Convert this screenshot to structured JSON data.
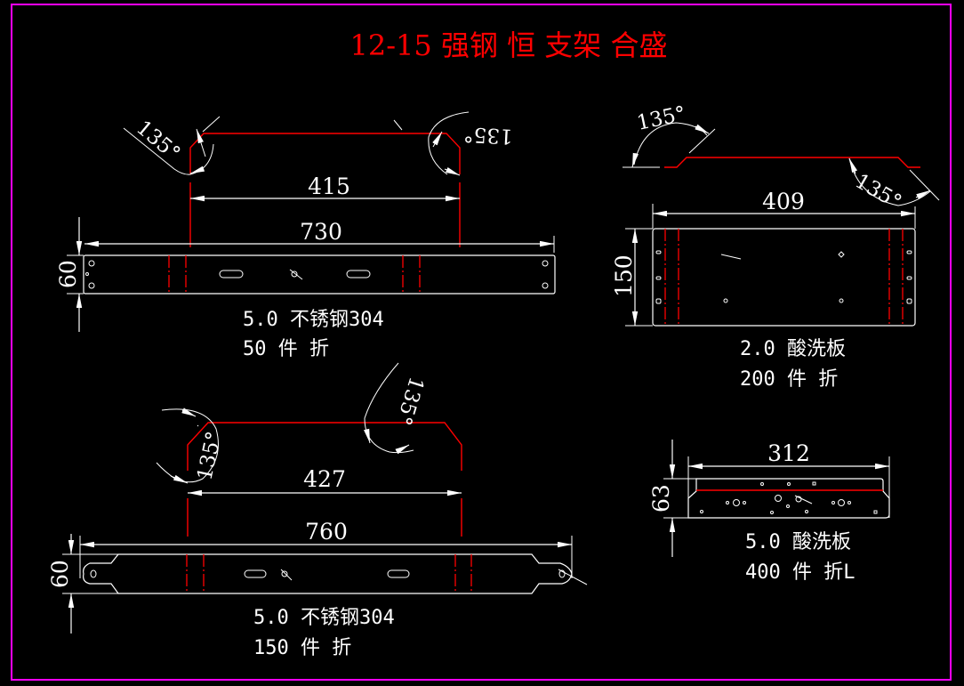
{
  "title": "12-15 强钢 恒 支架 合盛",
  "colors": {
    "background": "#000000",
    "frame": "#ff00ff",
    "outline": "#ffffff",
    "bend_line": "#ff0000",
    "title": "#ff0000"
  },
  "parts": [
    {
      "id": "part-1",
      "angles": [
        "135°",
        "135°"
      ],
      "inner_width": "415",
      "overall_length": "730",
      "height": "60",
      "spec": "5.0 不锈钢304",
      "quantity": "50 件 折"
    },
    {
      "id": "part-2",
      "angles": [
        "135°",
        "135°"
      ],
      "inner_width": "409",
      "height": "150",
      "spec": "2.0 酸洗板",
      "quantity": "200 件 折"
    },
    {
      "id": "part-3",
      "angles": [
        "135°",
        "135°"
      ],
      "inner_width": "427",
      "overall_length": "760",
      "height": "60",
      "spec": "5.0 不锈钢304",
      "quantity": "150 件 折"
    },
    {
      "id": "part-4",
      "overall_length": "312",
      "height": "63",
      "spec": "5.0 酸洗板",
      "quantity": "400 件 折L"
    }
  ]
}
